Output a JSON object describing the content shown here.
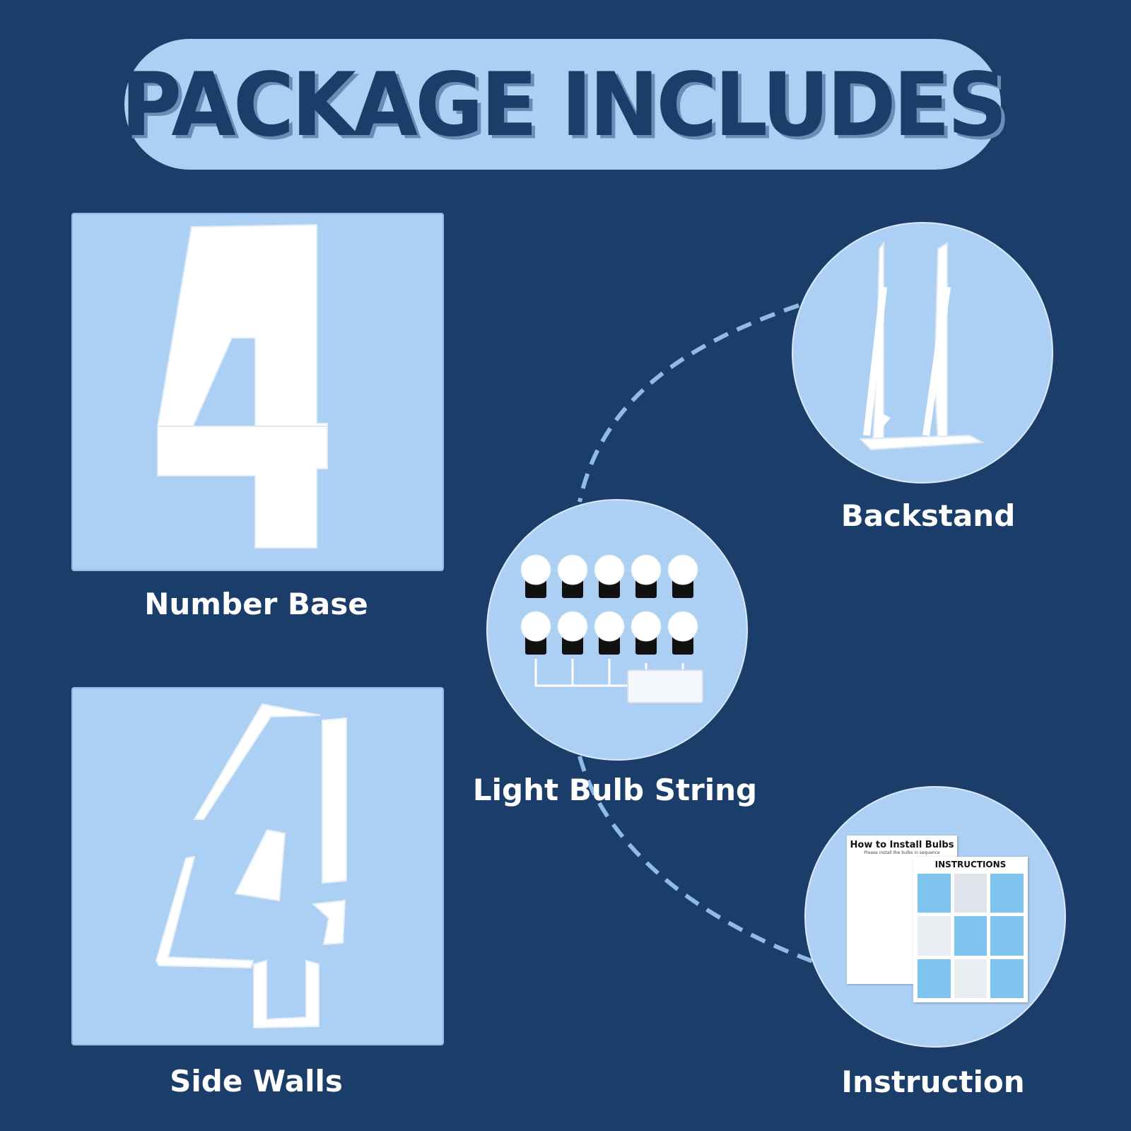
{
  "header": {
    "title": "PACKAGE INCLUDES"
  },
  "items": [
    {
      "label": "Number Base",
      "icon": "number-four-icon"
    },
    {
      "label": "Side Walls",
      "icon": "side-walls-icon"
    },
    {
      "label": "Light Bulb String",
      "icon": "light-bulb-string-icon"
    },
    {
      "label": "Backstand",
      "icon": "backstand-icon"
    },
    {
      "label": "Instruction",
      "icon": "instruction-sheet-icon"
    }
  ],
  "instruction_sheet": {
    "sheet1_title": "How to Install Bulbs",
    "sheet1_subtitle": "Please install the bulbs in sequence",
    "sheet2_title": "INSTRUCTIONS"
  },
  "colors": {
    "background": "#1b3d69",
    "panel": "#acd0f4",
    "text": "#ffffff",
    "dash": "#8fbbe6"
  }
}
